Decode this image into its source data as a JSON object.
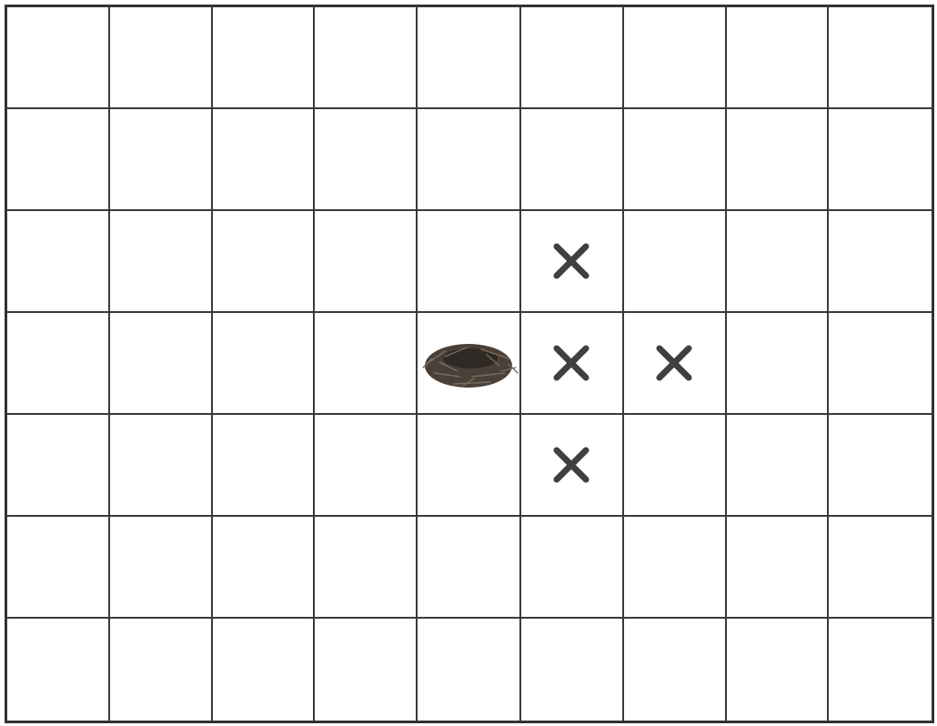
{
  "board": {
    "rows": 7,
    "cols": 9,
    "line_color": "#3a3a3a",
    "mark_color": "#404040"
  },
  "pieces": [
    {
      "type": "nest",
      "icon": "bird-nest-icon",
      "row": 3,
      "col": 4
    },
    {
      "type": "x-mark",
      "icon": "x-mark-icon",
      "row": 2,
      "col": 5
    },
    {
      "type": "x-mark",
      "icon": "x-mark-icon",
      "row": 3,
      "col": 5
    },
    {
      "type": "x-mark",
      "icon": "x-mark-icon",
      "row": 3,
      "col": 6
    },
    {
      "type": "x-mark",
      "icon": "x-mark-icon",
      "row": 4,
      "col": 5
    }
  ]
}
